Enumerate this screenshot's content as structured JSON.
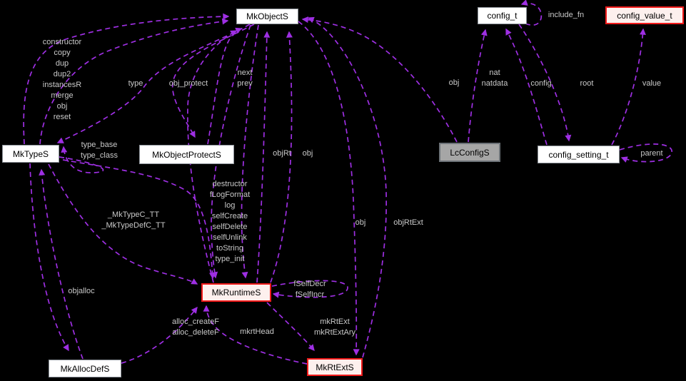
{
  "diagram": {
    "title": "Collaboration graph (doxygen style)",
    "colors": {
      "background": "#000000",
      "edge": "#9e2fe3",
      "edge_label_text": "#c9c9c9",
      "node_fill_default": "#ffffff",
      "node_border_default": "#8e949b",
      "node_fill_highlight": "#fdf0ee",
      "node_border_highlight": "#f21b1b",
      "node_fill_current": "#a6a6a6",
      "node_text": "#000000"
    },
    "nodes": [
      {
        "id": "MkObjectS",
        "label": "MkObjectS",
        "style": "default"
      },
      {
        "id": "config_t",
        "label": "config_t",
        "style": "default"
      },
      {
        "id": "config_value_t",
        "label": "config_value_t",
        "style": "highlight"
      },
      {
        "id": "MkTypeS",
        "label": "MkTypeS",
        "style": "default"
      },
      {
        "id": "MkObjectProtectS",
        "label": "MkObjectProtectS",
        "style": "default"
      },
      {
        "id": "LcConfigS",
        "label": "LcConfigS",
        "style": "current"
      },
      {
        "id": "config_setting_t",
        "label": "config_setting_t",
        "style": "default"
      },
      {
        "id": "MkRuntimeS",
        "label": "MkRuntimeS",
        "style": "highlight"
      },
      {
        "id": "MkAllocDefS",
        "label": "MkAllocDefS",
        "style": "default"
      },
      {
        "id": "MkRtExtS",
        "label": "MkRtExtS",
        "style": "highlight"
      }
    ],
    "edge_labels": [
      {
        "text": "constructor\ncopy\ndup\ndup2\ninstancesR\nmerge\nobj\nreset",
        "from": "MkTypeS",
        "to": "MkObjectS"
      },
      {
        "text": "type",
        "from": "MkObjectS",
        "to": "MkTypeS"
      },
      {
        "text": "obj_protect",
        "from": "MkObjectS",
        "to": "MkObjectProtectS"
      },
      {
        "text": "next\nprev",
        "from": "MkObjectProtectS",
        "to": "MkObjectS"
      },
      {
        "text": "objRt",
        "from": "MkRuntimeS",
        "to": "MkObjectS"
      },
      {
        "text": "obj",
        "from": "MkRuntimeS",
        "to": "MkObjectS"
      },
      {
        "text": "obj",
        "from": "LcConfigS",
        "to": "MkObjectS"
      },
      {
        "text": "nat\nnatdata",
        "from": "LcConfigS",
        "to": "config_t"
      },
      {
        "text": "config",
        "from": "config_setting_t",
        "to": "config_t"
      },
      {
        "text": "root",
        "from": "config_t",
        "to": "config_setting_t"
      },
      {
        "text": "value",
        "from": "config_setting_t",
        "to": "config_value_t"
      },
      {
        "text": "include_fn",
        "from": "config_t",
        "to": "config_t"
      },
      {
        "text": "parent",
        "from": "config_setting_t",
        "to": "config_setting_t"
      },
      {
        "text": "type_base\ntype_class",
        "from": "MkTypeS",
        "to": "MkTypeS"
      },
      {
        "text": "destructor\nfLogFormat\nlog\nselfCreate\nselfDelete\nselfUnlink\ntoString\ntype_init",
        "from": "MkObjectS",
        "to": "MkRuntimeS"
      },
      {
        "text": "_MkTypeC_TT\n_MkTypeDefC_TT",
        "from": "MkTypeS",
        "to": "MkRuntimeS"
      },
      {
        "text": "objalloc",
        "from": "MkTypeS",
        "to": "MkAllocDefS"
      },
      {
        "text": "alloc_createF\nalloc_deleteF",
        "from": "MkAllocDefS",
        "to": "MkRuntimeS"
      },
      {
        "text": "mkrtHead",
        "from": "MkRtExtS",
        "to": "MkRuntimeS"
      },
      {
        "text": "fSelfDecr\nfSelfIncr",
        "from": "MkRuntimeS",
        "to": "MkRuntimeS"
      },
      {
        "text": "mkRtExt\nmkRtExtAry",
        "from": "MkRuntimeS",
        "to": "MkRtExtS"
      },
      {
        "text": "obj",
        "from": "MkObjectS",
        "to": "MkRtExtS"
      },
      {
        "text": "objRtExt",
        "from": "MkRtExtS",
        "to": "MkObjectS"
      }
    ]
  }
}
